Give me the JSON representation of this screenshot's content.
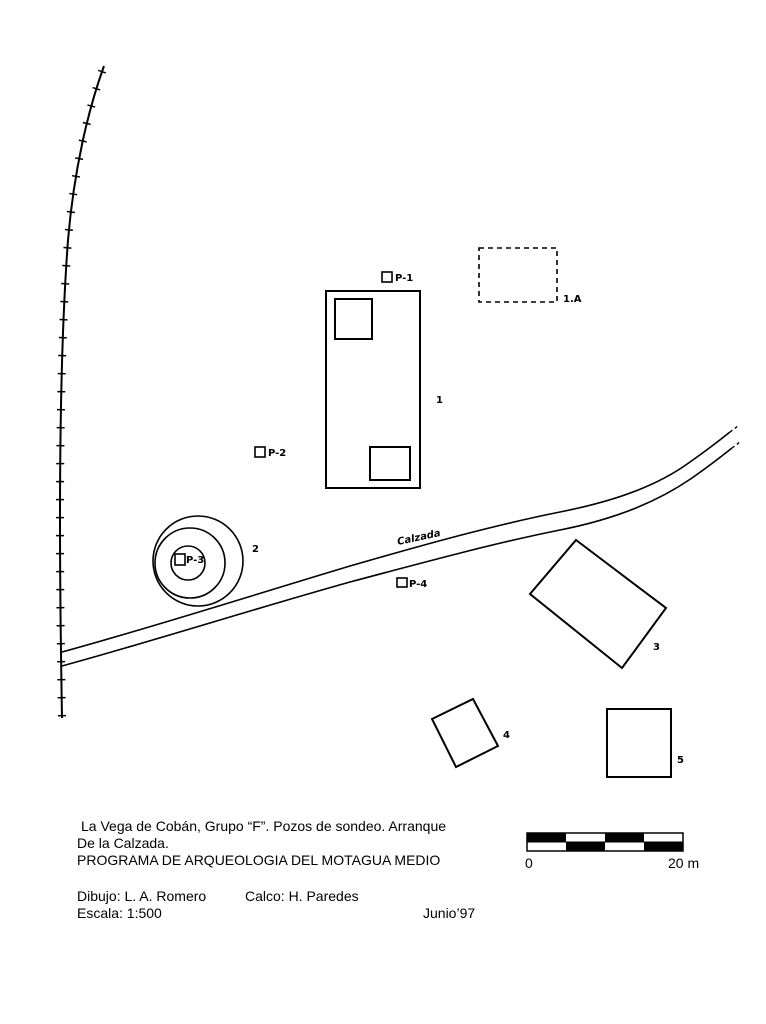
{
  "map": {
    "labels": {
      "p1": "P-1",
      "p2": "P-2",
      "p3": "P-3",
      "p4": "P-4",
      "mound1": "1",
      "mound1a": "1.A",
      "mound2": "2",
      "mound3": "3",
      "mound4": "4",
      "mound5": "5",
      "road": "Calzada"
    }
  },
  "caption": {
    "line1": "La Vega de Cobán, Grupo “F”.  Pozos de sondeo. Arranque",
    "line2": "De la Calzada.",
    "line3": "PROGRAMA DE ARQUEOLOGIA DEL MOTAGUA MEDIO",
    "drawing": "Dibujo:  L. A. Romero",
    "tracing": "Calco: H. Paredes",
    "scale": "Escala: 1:500",
    "date": "Junio’97"
  },
  "scale_bar": {
    "start_label": "0",
    "end_label": "20 m"
  }
}
